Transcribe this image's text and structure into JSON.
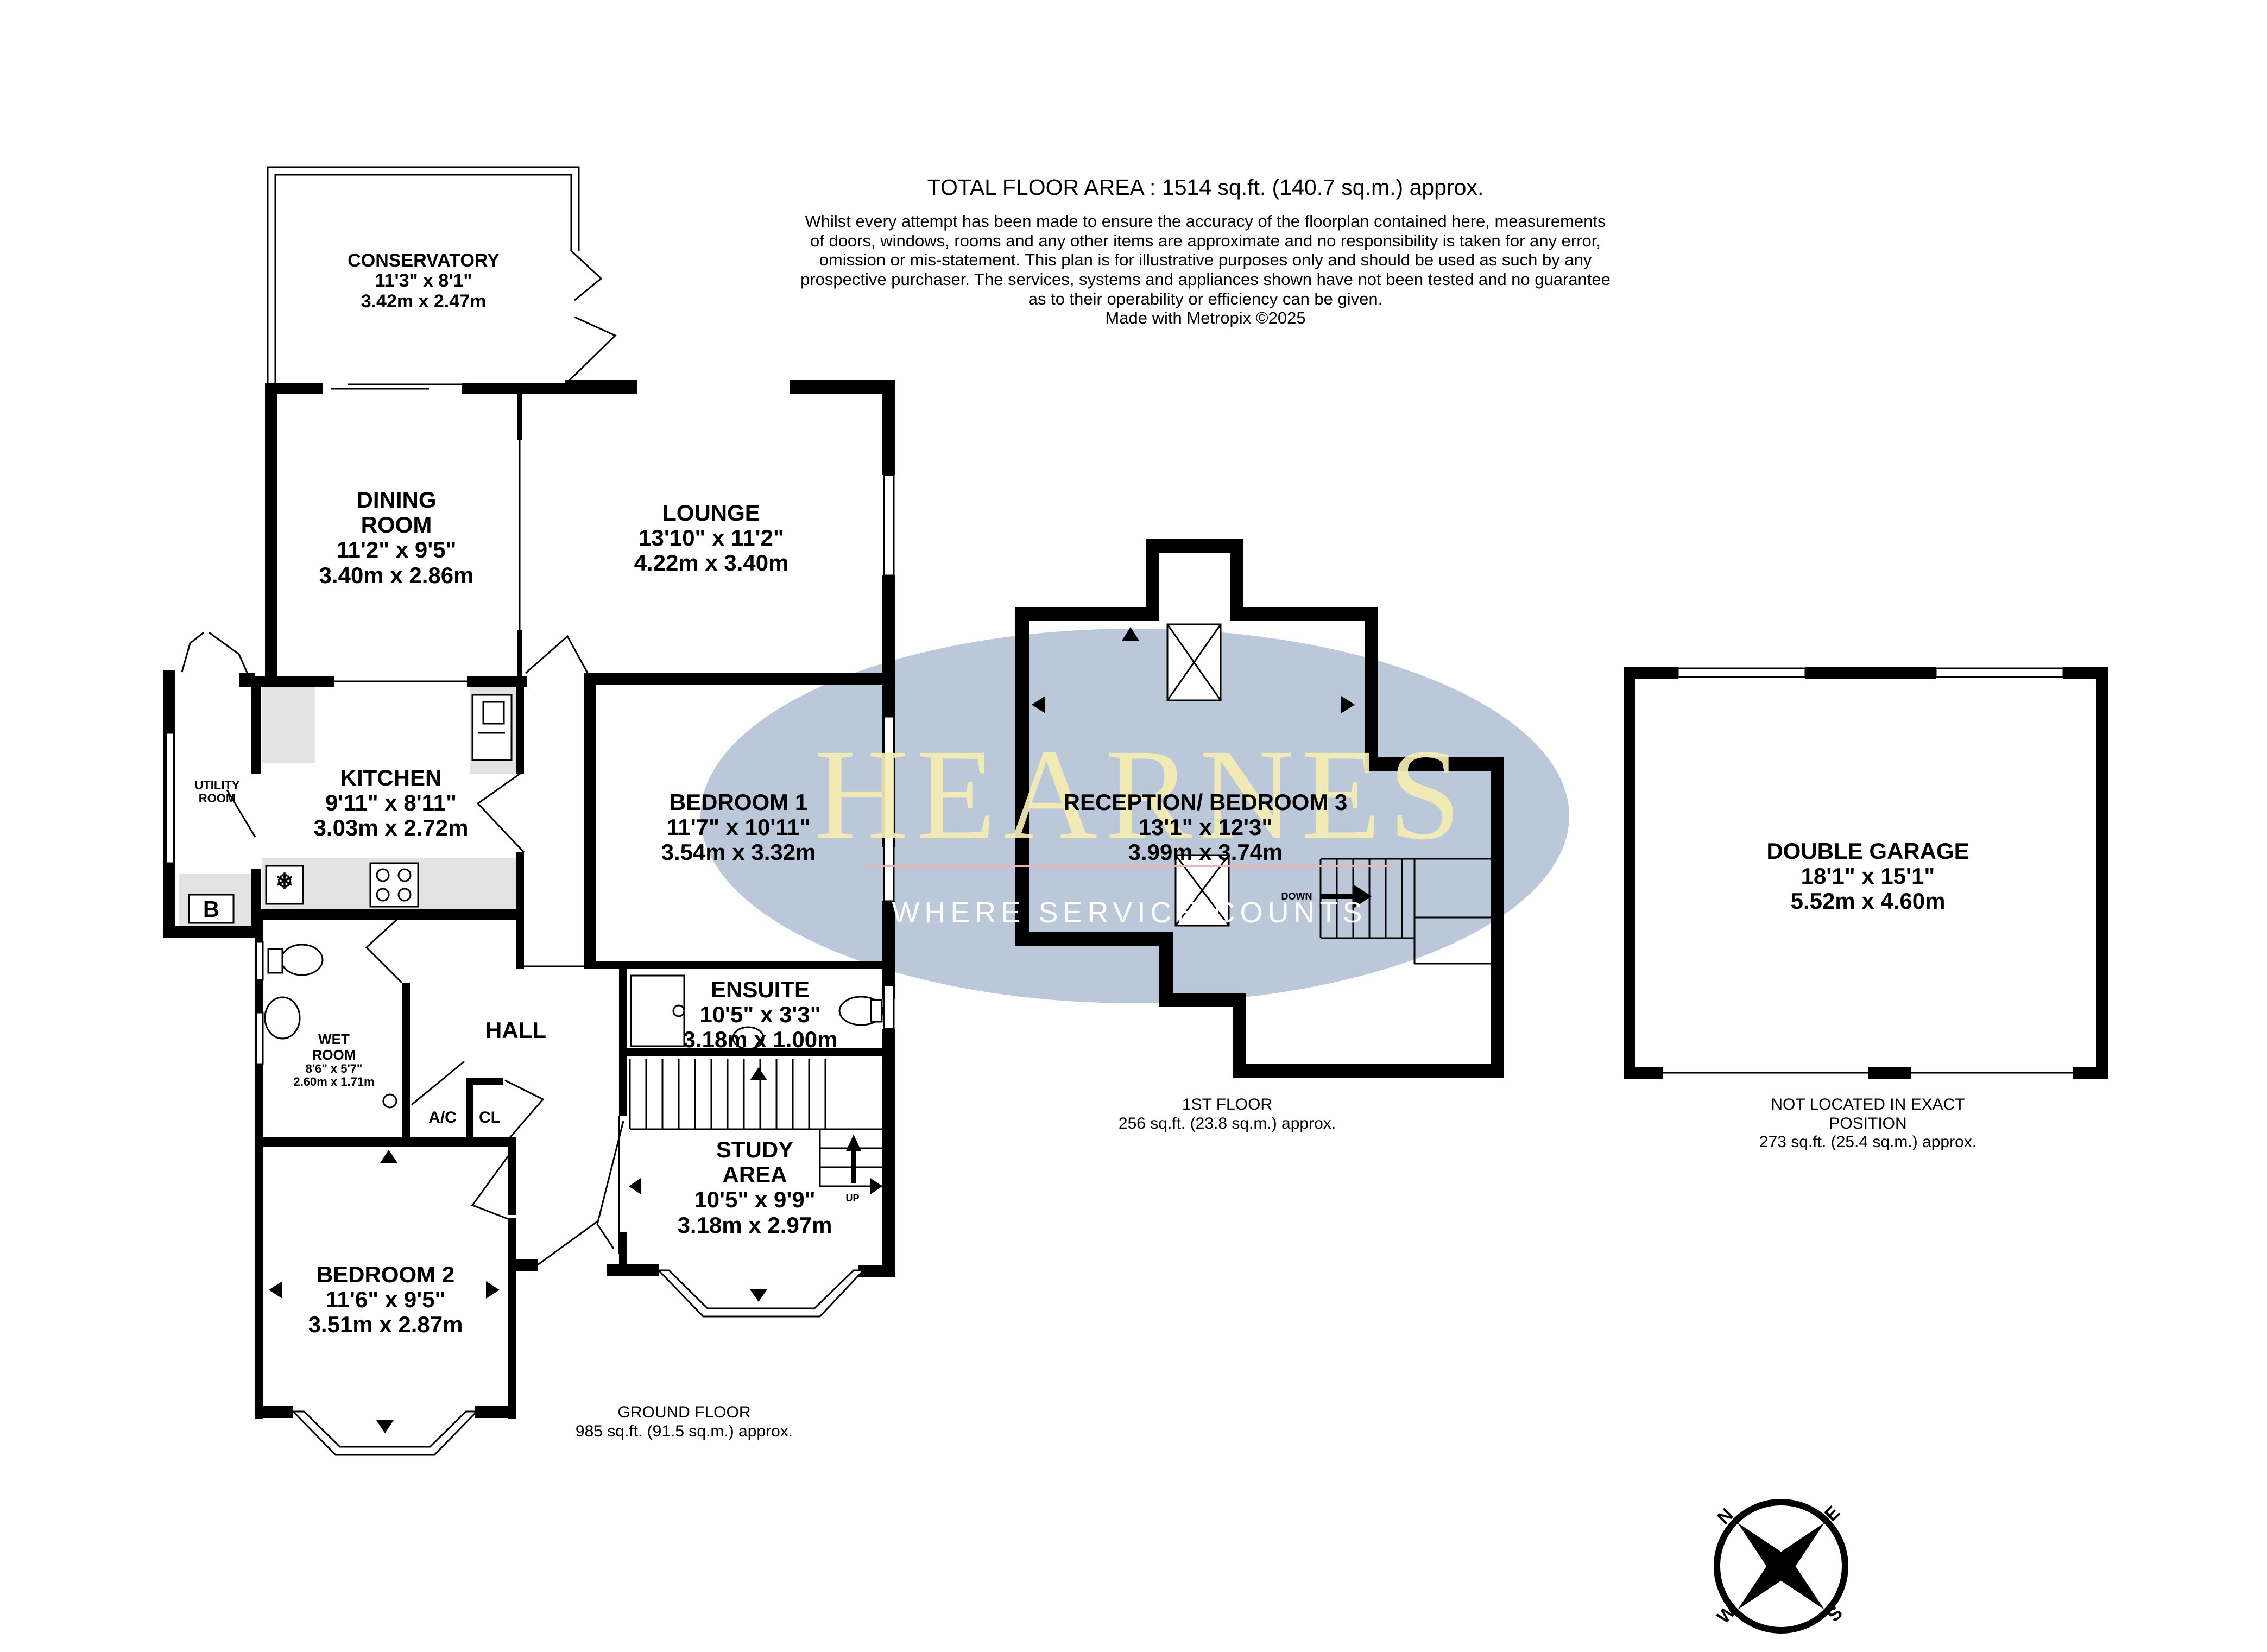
{
  "header": {
    "total_area": "TOTAL FLOOR AREA : 1514 sq.ft. (140.7 sq.m.) approx.",
    "disclaimer": [
      "Whilst every attempt has been made to ensure the accuracy of the floorplan contained here, measurements",
      "of doors, windows, rooms and any other items are approximate and no responsibility is taken for any error,",
      "omission or mis-statement. This plan is for illustrative purposes only and should be used as such by any",
      "prospective purchaser. The services, systems and appliances shown have not been tested and no guarantee",
      "as to their operability or efficiency can be given.",
      "Made with Metropix ©2025"
    ]
  },
  "watermark": {
    "brand": "HEARNES",
    "tagline": "WHERE SERVICE COUNTS",
    "colors": {
      "ellipse": "#8fa6c1",
      "brand_text": "#f6edb2"
    }
  },
  "rooms": {
    "conservatory": {
      "name": "CONSERVATORY",
      "imperial": "11'3\"  x 8'1\"",
      "metric": "3.42m  x 2.47m"
    },
    "dining": {
      "name1": "DINING",
      "name2": "ROOM",
      "imperial": "11'2\"  x 9'5\"",
      "metric": "3.40m  x 2.86m"
    },
    "lounge": {
      "name": "LOUNGE",
      "imperial": "13'10\"  x 11'2\"",
      "metric": "4.22m  x 3.40m"
    },
    "kitchen": {
      "name": "KITCHEN",
      "imperial": "9'11\"  x 8'11\"",
      "metric": "3.03m  x 2.72m"
    },
    "utility": {
      "name1": "UTILITY",
      "name2": "ROOM"
    },
    "bedroom1": {
      "name": "BEDROOM 1",
      "imperial": "11'7\"  x 10'11\"",
      "metric": "3.54m  x 3.32m"
    },
    "ensuite": {
      "name": "ENSUITE",
      "imperial": "10'5\"  x 3'3\"",
      "metric": "3.18m  x 1.00m"
    },
    "wet_room": {
      "name1": "WET",
      "name2": "ROOM",
      "imperial": "8'6\"  x 5'7\"",
      "metric": "2.60m  x 1.71m"
    },
    "hall": {
      "name": "HALL"
    },
    "ac": {
      "name": "A/C"
    },
    "cl": {
      "name": "CL"
    },
    "study": {
      "name1": "STUDY",
      "name2": "AREA",
      "imperial": "10'5\"  x 9'9\"",
      "metric": "3.18m  x 2.97m"
    },
    "bedroom2": {
      "name": "BEDROOM 2",
      "imperial": "11'6\"  x 9'5\"",
      "metric": "3.51m  x 2.87m"
    },
    "reception": {
      "name": "RECEPTION/ BEDROOM 3",
      "imperial": "13'1\"  x 12'3\"",
      "metric": "3.99m  x 3.74m"
    },
    "garage": {
      "name": "DOUBLE GARAGE",
      "imperial": "18'1\"  x 15'1\"",
      "metric": "5.52m  x 4.60m"
    }
  },
  "symbols": {
    "boiler": "B",
    "stairs_up": "UP",
    "stairs_down": "DOWN"
  },
  "floors": {
    "ground": {
      "name": "GROUND FLOOR",
      "area": "985 sq.ft. (91.5 sq.m.) approx."
    },
    "first": {
      "name": "1ST FLOOR",
      "area": "256 sq.ft. (23.8 sq.m.) approx."
    },
    "garage": {
      "note1": "NOT LOCATED IN EXACT",
      "note2": "POSITION",
      "area": "273 sq.ft. (25.4 sq.m.) approx."
    }
  },
  "compass": {
    "n": "N",
    "e": "E",
    "s": "S",
    "w": "W",
    "icon": "compass-rose-icon"
  }
}
